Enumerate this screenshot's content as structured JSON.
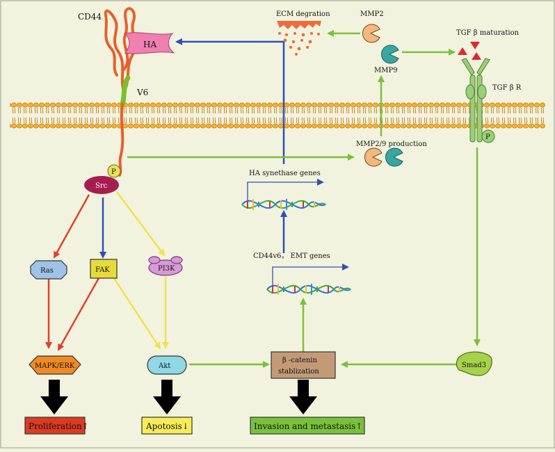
{
  "labels": {
    "cd44": "CD44",
    "ha": "HA",
    "v6": "V6",
    "ecm_degration": "ECM degration",
    "mmp2": "MMP2",
    "mmp9": "MMP9",
    "tgfb_maturation": "TGF β maturation",
    "tgfb_r": "TGF β R",
    "p_receptor": "P",
    "p_src": "P",
    "src": "Src",
    "mmp29_production": "MMP2/9 production",
    "ha_synthase_genes": "HA synethase genes",
    "cd44v6_emt_genes": "CD44v6， EMT genes",
    "ras": "Ras",
    "fak": "FAK",
    "pi3k": "PI3K",
    "mapk_erk": "MAPK/ERK",
    "akt": "Akt",
    "bcatenin_line1": "β -catenin",
    "bcatenin_line2": "stablization",
    "smad3": "Smad3"
  },
  "outcomes": {
    "proliferation": "Proliferation",
    "apoptosis": "Apotosis",
    "invasion": "Invasion and metastasis",
    "up_arrow": "↑",
    "down_arrow": "↓"
  },
  "colors": {
    "background": "#f2f3de",
    "red_arrow": "#e0402a",
    "blue_arrow": "#2f4fb8",
    "yellow_arrow": "#efe24c",
    "green_arrow": "#7ac13a",
    "membrane": "#f0a323",
    "cd44_chain": "#e8602c",
    "v6_segment": "#77c22a",
    "mmp2": "#f4b87a",
    "mmp9": "#3aa6a2",
    "tgfb": "#d92b2b",
    "receptor": "#9bcf76",
    "src": "#a51e4f",
    "ras": "#9ec3e6",
    "fak": "#e6db3a",
    "pi3k": "#d89ad6",
    "mapk": "#f08a24",
    "akt": "#8fd8e6",
    "bcatenin": "#c49a76",
    "smad3": "#a6d14a",
    "proliferation_box": "#dc3b22",
    "apoptosis_box": "#f7ec5a",
    "invasion_box": "#79c13a"
  }
}
